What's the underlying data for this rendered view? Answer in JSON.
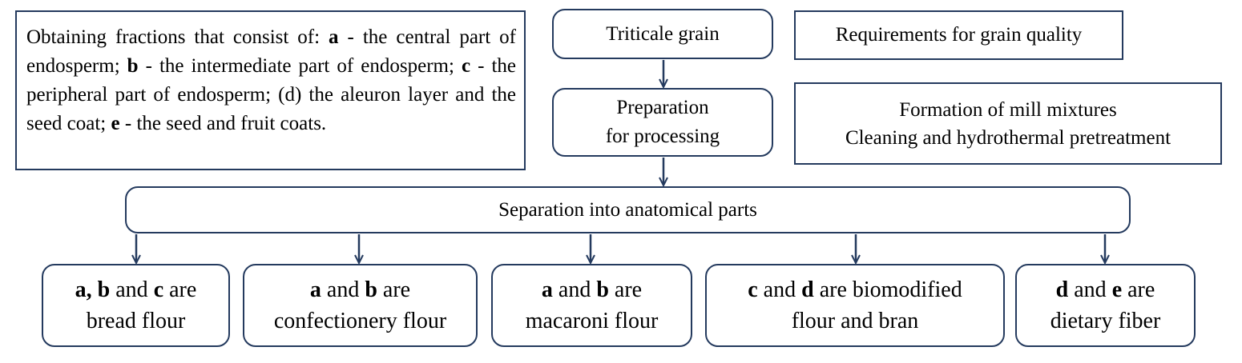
{
  "fractions_note": {
    "intro": "Obtaining fractions that consist of: ",
    "items": [
      {
        "letter": "a",
        "text": " - the central part of endosperm; "
      },
      {
        "letter": "b",
        "text": " - the intermediate part of endosperm; "
      },
      {
        "letter": "c",
        "text": " - the peripheral part of endosperm; (d) the aleuron layer and the seed coat; "
      },
      {
        "letter": "e",
        "text": " - the seed and fruit coats."
      }
    ]
  },
  "nodes": {
    "triticale": "Triticale grain",
    "requirements": "Requirements for grain quality",
    "preparation_line1": "Preparation",
    "preparation_line2": "for processing",
    "mill_line1": "Formation of mill mixtures",
    "mill_line2": "Cleaning and hydrothermal pretreatment",
    "separation": "Separation into anatomical parts"
  },
  "products": [
    {
      "bold1": "a, b",
      "mid": " and ",
      "bold2": "c",
      "tail": " are",
      "line2": "bread flour"
    },
    {
      "bold1": "a",
      "mid": " and ",
      "bold2": "b",
      "tail": " are",
      "line2": "confectionery flour"
    },
    {
      "bold1": "a",
      "mid": " and ",
      "bold2": "b",
      "tail": " are",
      "line2": "macaroni flour"
    },
    {
      "bold1": "c",
      "mid": " and ",
      "bold2": "d",
      "tail": " are biomodified",
      "line2": "flour and bran"
    },
    {
      "bold1": "d",
      "mid": " and ",
      "bold2": "e",
      "tail": " are",
      "line2": "dietary fiber"
    }
  ],
  "colors": {
    "border": "#243a5e",
    "arrow": "#243a5e"
  }
}
